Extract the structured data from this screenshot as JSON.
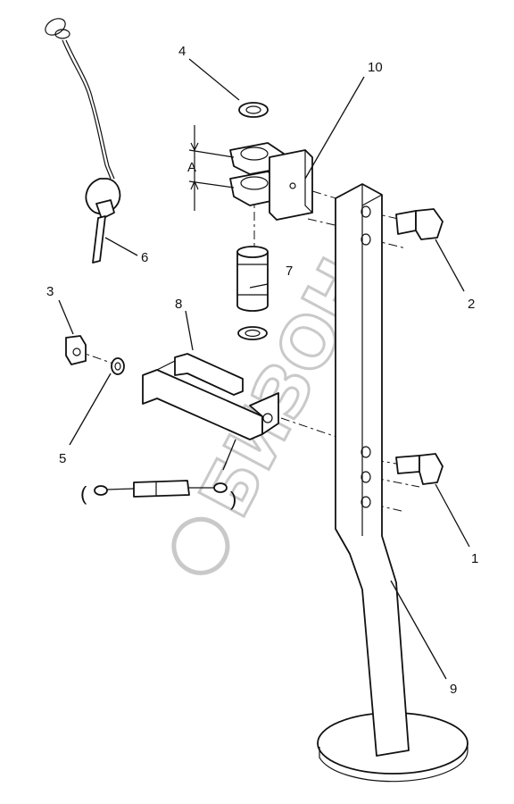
{
  "callouts": {
    "c1": "1",
    "c2": "2",
    "c3": "3",
    "c4": "4",
    "c5": "5",
    "c6": "6",
    "c7": "7",
    "c8": "8",
    "c9": "9",
    "c10": "10"
  },
  "dimension_label": "A",
  "watermark": "БИЗОН",
  "bracket_open": "(",
  "bracket_close": ")"
}
